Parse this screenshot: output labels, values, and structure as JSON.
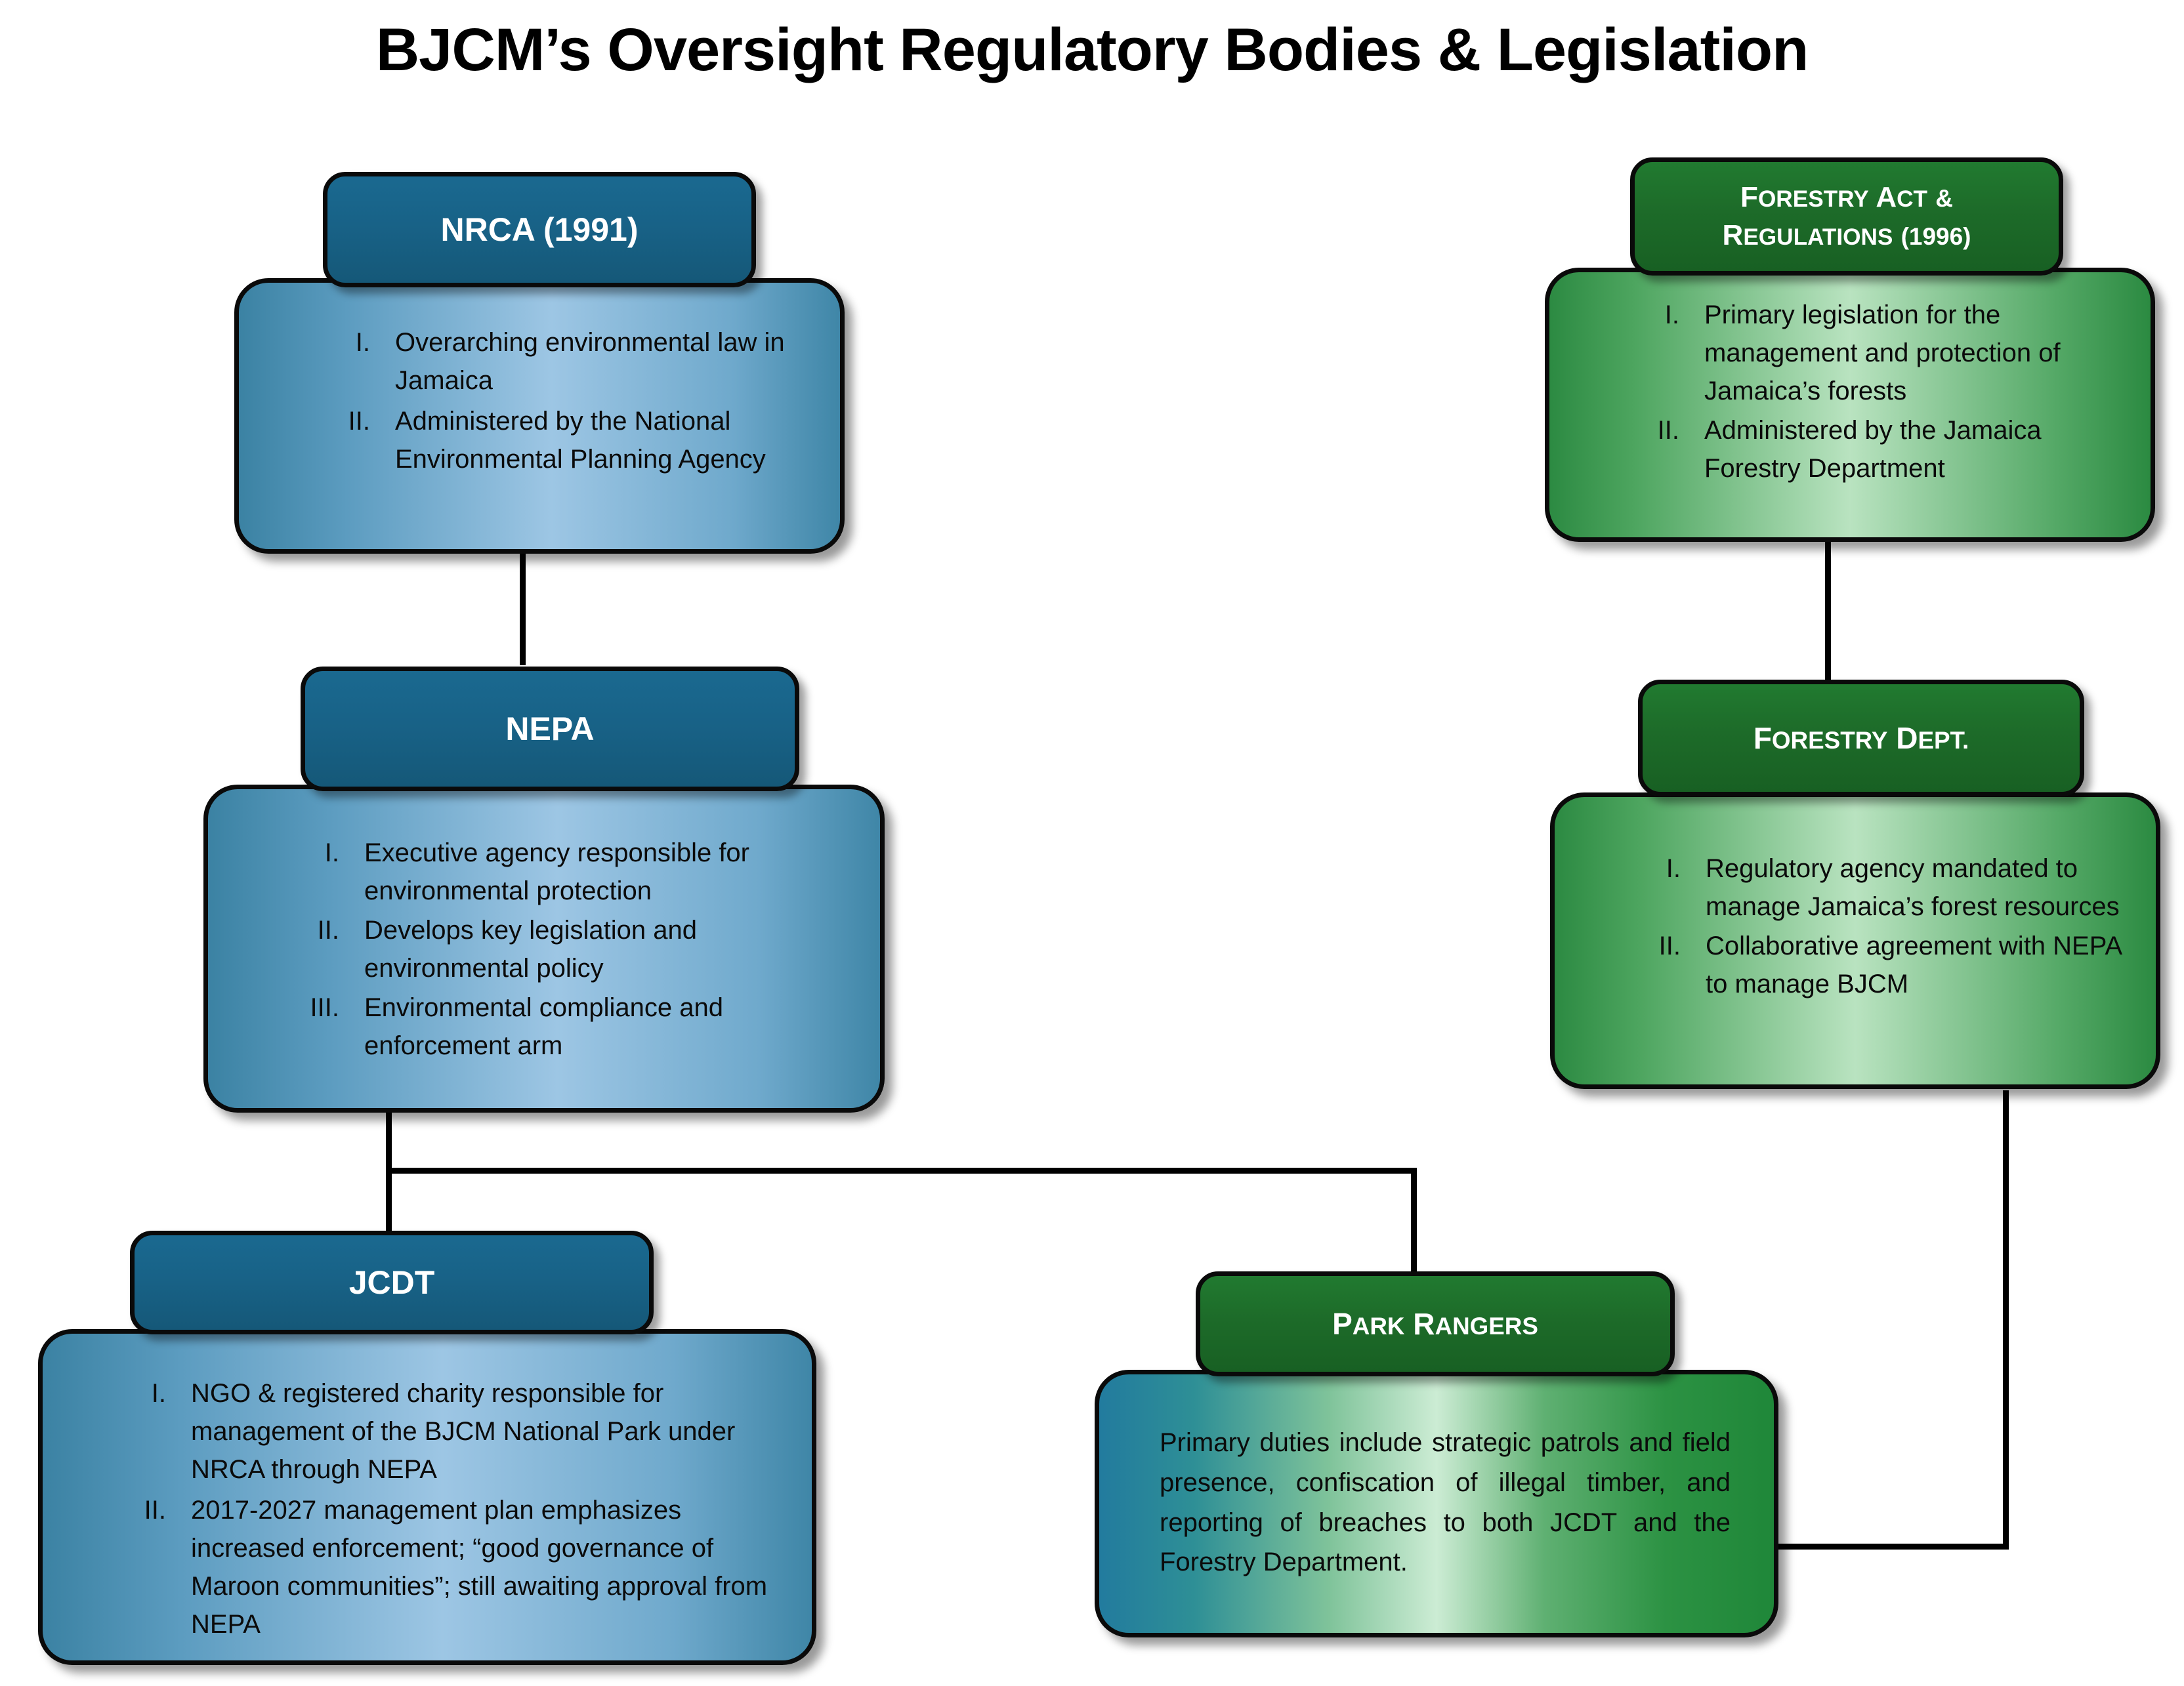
{
  "title": "BJCM’s Oversight Regulatory Bodies & Legislation",
  "colors": {
    "header_blue": "#186287",
    "header_green": "#1d6b29",
    "body_blue_mid": "#9dc6e4",
    "body_green_mid": "#b9e3c0",
    "outline": "#0a0a0a",
    "text": "#0b0b0b",
    "header_text": "#ffffff"
  },
  "nodes": {
    "nrca": {
      "title": "NRCA (1991)",
      "items": [
        {
          "num": "I.",
          "text": "Overarching environmental law in Jamaica"
        },
        {
          "num": "II.",
          "text": "Administered by the National Environmental Planning Agency"
        }
      ]
    },
    "forestry_act": {
      "title_line1": "Forestry Act &",
      "title_line2": "Regulations (1996)",
      "items": [
        {
          "num": "I.",
          "text": "Primary legislation for the management and protection of Jamaica’s forests"
        },
        {
          "num": "II.",
          "text": "Administered by the Jamaica Forestry Department"
        }
      ]
    },
    "nepa": {
      "title": "NEPA",
      "items": [
        {
          "num": "I.",
          "text": "Executive agency responsible for environmental protection"
        },
        {
          "num": "II.",
          "text": "Develops key legislation and environmental policy"
        },
        {
          "num": "III.",
          "text": "Environmental compliance and enforcement arm"
        }
      ]
    },
    "forestry_dept": {
      "title": "Forestry Dept.",
      "items": [
        {
          "num": "I.",
          "text": "Regulatory agency mandated to manage Jamaica’s forest resources"
        },
        {
          "num": "II.",
          "text": "Collaborative agreement with NEPA to manage BJCM"
        }
      ]
    },
    "jcdt": {
      "title": "JCDT",
      "items": [
        {
          "num": "I.",
          "text": "NGO & registered charity responsible for management of the BJCM National Park under NRCA through NEPA"
        },
        {
          "num": "II.",
          "text": "2017-2027 management plan emphasizes increased enforcement; “good governance of Maroon communities”; still awaiting approval from NEPA"
        }
      ]
    },
    "park_rangers": {
      "title": "Park Rangers",
      "paragraph": "Primary duties include strategic patrols and field presence, confiscation of illegal timber, and reporting of breaches to both JCDT and the Forestry Department."
    }
  },
  "connections": [
    {
      "from": "nrca",
      "to": "nepa"
    },
    {
      "from": "forestry_act",
      "to": "forestry_dept"
    },
    {
      "from": "nepa",
      "to": "jcdt"
    },
    {
      "from": "nepa",
      "to": "park_rangers"
    },
    {
      "from": "forestry_dept",
      "to": "park_rangers"
    }
  ]
}
